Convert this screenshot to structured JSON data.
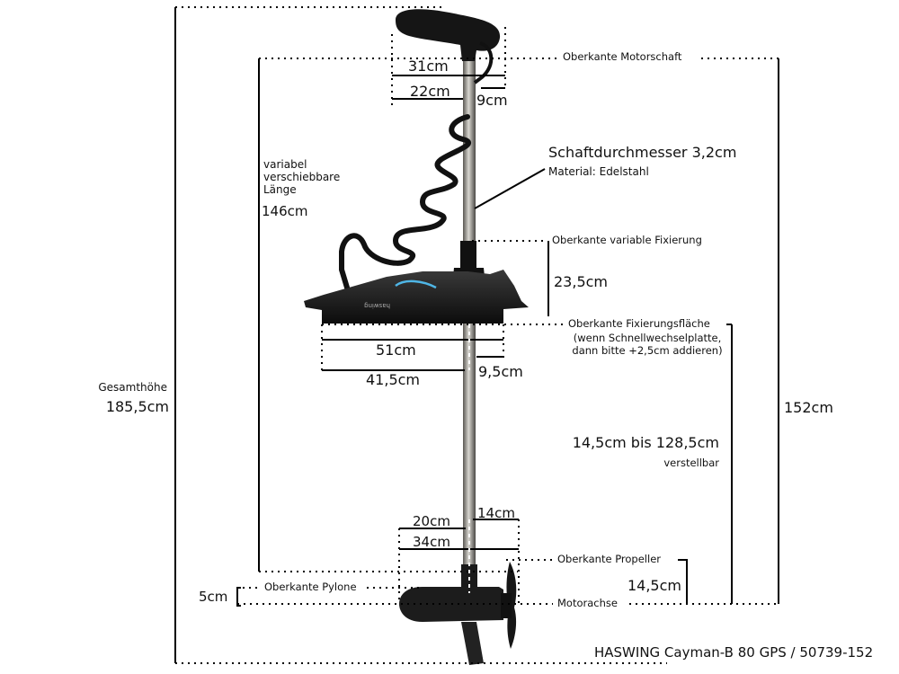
{
  "title": "HASWING Cayman-B 80 GPS / 50739-152",
  "labels": {
    "oberkante_motorschaft": "Oberkante Motorschaft",
    "handle_width": "31cm",
    "handle_to_shaft": "22cm",
    "handle_front": "9cm",
    "schaftdurchmesser": "Schaftdurchmesser 3,2cm",
    "material": "Material: Edelstahl",
    "variabel_line1": "variabel",
    "variabel_line2": "verschiebbare",
    "variabel_line3": "Länge",
    "shaft_length": "146cm",
    "oberkante_variable_fixierung": "Oberkante variable Fixierung",
    "fixierung_height": "23,5cm",
    "oberkante_fixierungsflaeche": "Oberkante Fixierungsfläche",
    "schnellwechsel_note_1": "(wenn Schnellwechselplatte,",
    "schnellwechsel_note_2": "dann bitte +2,5cm addieren)",
    "mount_width": "51cm",
    "mount_rear": "41,5cm",
    "mount_front": "9,5cm",
    "gesamthoehe": "Gesamthöhe",
    "gesamthoehe_value": "185,5cm",
    "adjust_range": "14,5cm bis 128,5cm",
    "verstellbar": "verstellbar",
    "total_152": "152cm",
    "motor_front": "14cm",
    "motor_rear": "20cm",
    "motor_length": "34cm",
    "oberkante_propeller": "Oberkante Propeller",
    "propeller_height": "14,5cm",
    "motorachse": "Motorachse",
    "oberkante_pylone": "Oberkante Pylone",
    "pylone_height": "5cm"
  },
  "colors": {
    "line": "#000000",
    "motor_body": "#1c1c1c",
    "shaft": "#8a8680",
    "accent_logo": "#4fb6e6"
  }
}
